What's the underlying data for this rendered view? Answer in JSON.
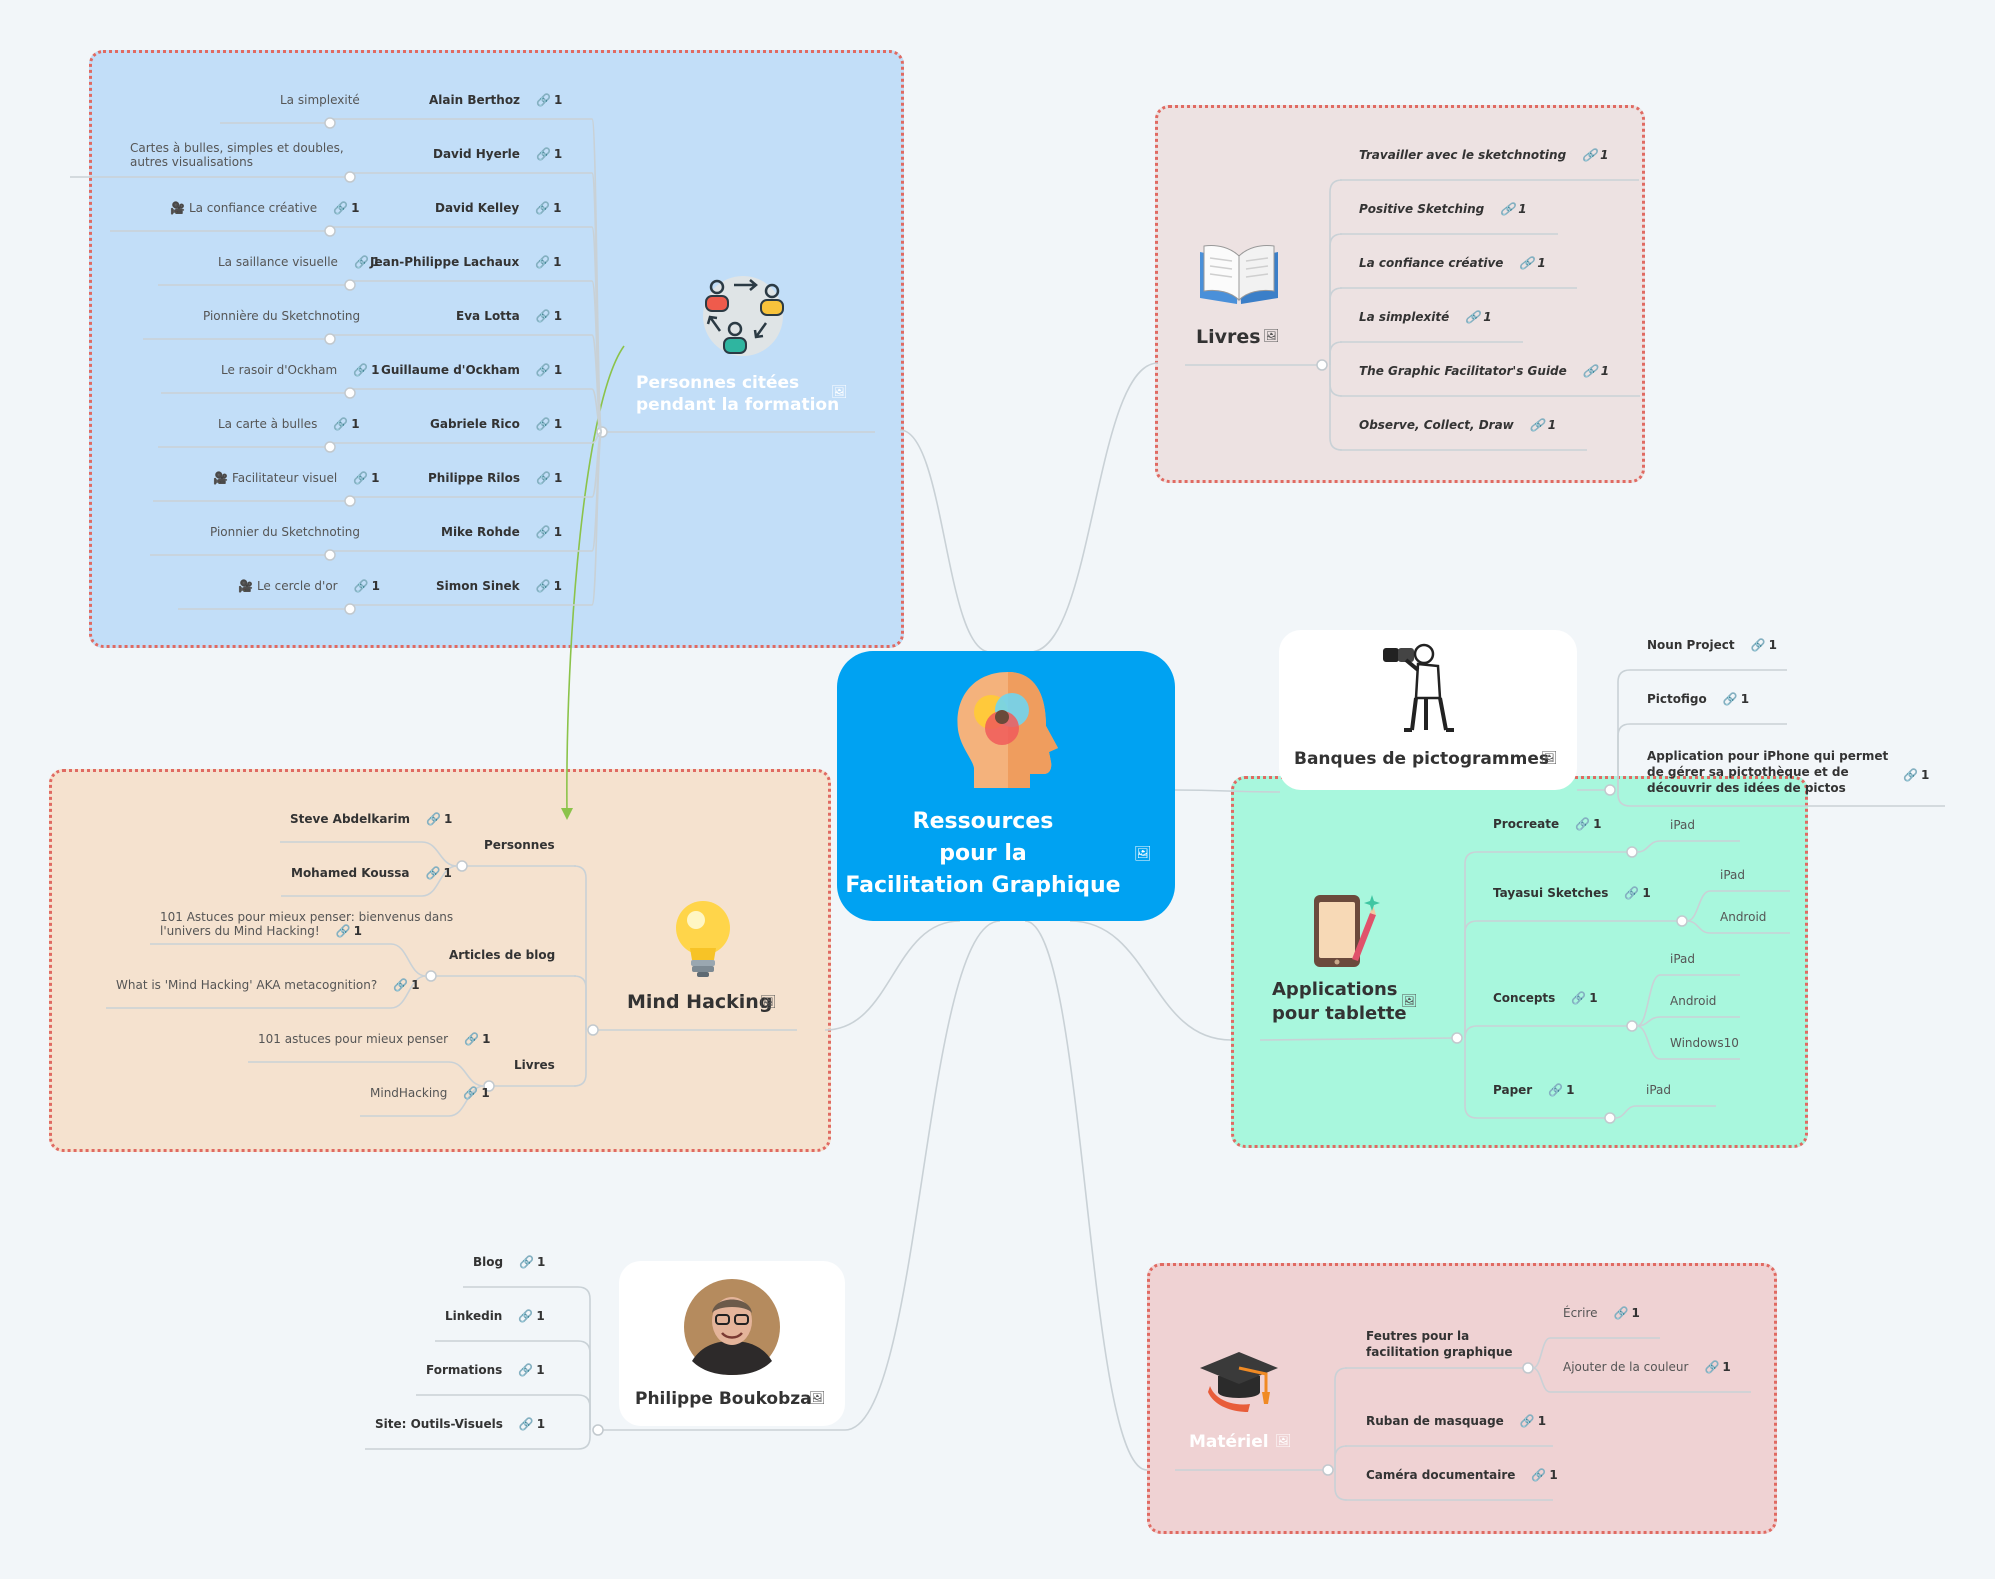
{
  "center": {
    "title_line1": "Ressources",
    "title_line2": "pour la",
    "title_line3": "Facilitation Graphique",
    "icon": "head-brain-venn-icon"
  },
  "link_count": "1",
  "personnes": {
    "title_line1": "Personnes citées",
    "title_line2": "pendant la formation",
    "icon": "people-exchange-icon",
    "items": [
      {
        "name": "Alain Berthoz",
        "detail": "La simplexité",
        "detail_link": false,
        "video": false
      },
      {
        "name": "David Hyerle",
        "detail": "Cartes à bulles, simples et doubles, autres visualisations",
        "detail_link": false,
        "video": false
      },
      {
        "name": "David Kelley",
        "detail": "La confiance créative",
        "detail_link": true,
        "video": true
      },
      {
        "name": "Jean-Philippe Lachaux",
        "detail": "La saillance visuelle",
        "detail_link": true,
        "video": false
      },
      {
        "name": "Eva Lotta",
        "detail": "Pionnière du Sketchnoting",
        "detail_link": false,
        "video": false
      },
      {
        "name": "Guillaume d'Ockham",
        "detail": "Le rasoir d'Ockham",
        "detail_link": true,
        "video": false
      },
      {
        "name": "Gabriele Rico",
        "detail": "La carte à bulles",
        "detail_link": true,
        "video": false
      },
      {
        "name": "Philippe Rilos",
        "detail": "Facilitateur visuel",
        "detail_link": true,
        "video": true
      },
      {
        "name": "Mike Rohde",
        "detail": "Pionnier du Sketchnoting",
        "detail_link": false,
        "video": false
      },
      {
        "name": "Simon Sinek",
        "detail": "Le cercle d'or",
        "detail_link": true,
        "video": true
      }
    ]
  },
  "livres": {
    "title": "Livres",
    "icon": "open-book-icon",
    "items": [
      "Travailler avec le sketchnoting",
      "Positive Sketching",
      "La confiance créative",
      "La simplexité",
      "The Graphic Facilitator's Guide",
      "Observe, Collect, Draw"
    ]
  },
  "banques": {
    "title": "Banques de pictogrammes",
    "icon": "binoculars-man-icon",
    "items": [
      "Noun Project",
      "Pictofigo",
      "Application pour iPhone qui permet de gérer sa pictothèque  et de découvrir des idées de pictos"
    ]
  },
  "applications": {
    "title_line1": "Applications",
    "title_line2": "pour tablette",
    "icon": "tablet-pen-icon",
    "items": [
      {
        "name": "Procreate",
        "platforms": [
          "iPad"
        ]
      },
      {
        "name": "Tayasui Sketches",
        "platforms": [
          "iPad",
          "Android"
        ]
      },
      {
        "name": "Concepts",
        "platforms": [
          "iPad",
          "Android",
          "Windows10"
        ]
      },
      {
        "name": "Paper",
        "platforms": [
          "iPad"
        ]
      }
    ]
  },
  "mind": {
    "title": "Mind Hacking",
    "icon": "light-bulb-icon",
    "groups": [
      {
        "name": "Personnes",
        "items": [
          {
            "text": "Steve Abdelkarim",
            "bold": true
          },
          {
            "text": "Mohamed Koussa",
            "bold": true
          }
        ]
      },
      {
        "name": "Articles de blog",
        "items": [
          {
            "text": "101 Astuces pour mieux penser: bienvenus dans l'univers du Mind Hacking!",
            "bold": false
          },
          {
            "text": "What is 'Mind Hacking' AKA metacognition?",
            "bold": false
          }
        ]
      },
      {
        "name": "Livres",
        "items": [
          {
            "text": "101 astuces pour mieux penser",
            "bold": false
          },
          {
            "text": "MindHacking",
            "bold": false
          }
        ]
      }
    ]
  },
  "philippe": {
    "title": "Philippe Boukobza",
    "icon": "portrait-avatar",
    "items": [
      "Blog",
      "Linkedin",
      "Formations",
      "Site: Outils-Visuels"
    ]
  },
  "materiel": {
    "title": "Matériel",
    "icon": "graduation-cap-icon",
    "items": [
      {
        "name": "Feutres pour la facilitation graphique",
        "subs": [
          "Écrire",
          "Ajouter de la couleur"
        ]
      },
      {
        "name": "Ruban de masquage",
        "subs": []
      },
      {
        "name": "Caméra documentaire",
        "subs": []
      }
    ]
  },
  "colors": {
    "center": "#00a2f2",
    "personnes_region": "#c2def8",
    "livres_region": "#ede2e2",
    "applications_region": "#a8f7dd",
    "mind_region": "#f5e2cf",
    "materiel_region": "#efd2d3",
    "region_border": "#e06a62",
    "relation_arrow": "#8bc34a"
  }
}
